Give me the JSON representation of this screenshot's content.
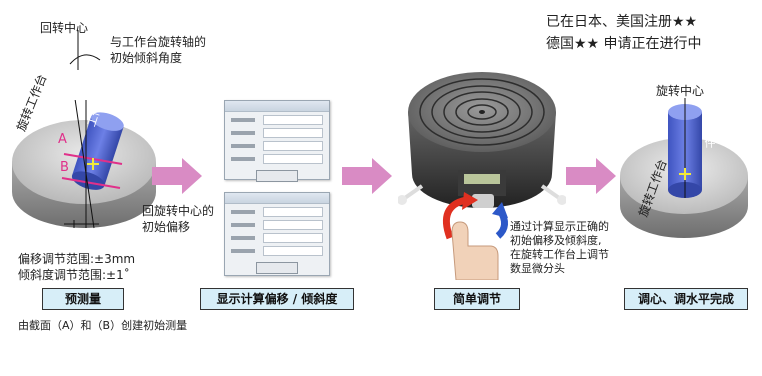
{
  "patent_note": {
    "line1": "已在日本、美国注册★★",
    "line2": "德国★★ 申请正在进行中"
  },
  "stage1": {
    "label_rotation_center": "回转中心",
    "label_initial_tilt_line1": "与工作台旋转轴的",
    "label_initial_tilt_line2": "初始倾斜角度",
    "label_offset_line1": "回旋转中心的",
    "label_offset_line2": "初始偏移",
    "table_text": "旋转工作台",
    "workpiece_text": "工件",
    "marker_a": "A",
    "marker_b": "B",
    "range_offset": "偏移调节范围:±3mm",
    "range_tilt": "倾斜度调节范围:±1˚",
    "step_label": "预测量",
    "footnote": "由截面（A）和（B）创建初始测量"
  },
  "stage2": {
    "step_label": "显示计算偏移 / 倾斜度"
  },
  "stage3": {
    "note_line1": "通过计算显示正确的",
    "note_line2": "初始偏移及倾斜度,",
    "note_line3": "在旋转工作台上调节",
    "note_line4": "数显微分头",
    "step_label": "简单调节"
  },
  "stage4": {
    "label_rotation_center": "旋转中心",
    "table_text": "旋转工作台",
    "workpiece_text": "工件",
    "step_label": "调心、调水平完成"
  },
  "colors": {
    "step_box_fill": "#d7eef8",
    "arrow_fill": "#d98bc4",
    "workpiece_blue": "#4a5fc8",
    "center_mark": "#f2ea3a",
    "section_pink": "#e0308a"
  }
}
